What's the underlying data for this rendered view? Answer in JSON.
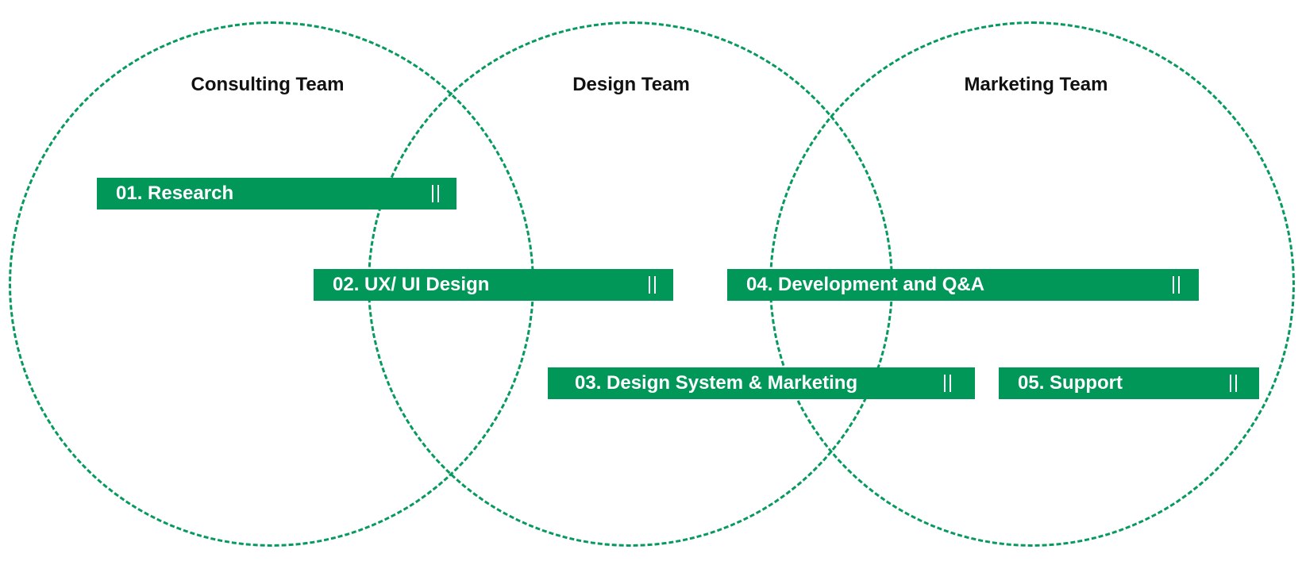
{
  "teams": {
    "consulting": "Consulting Team",
    "design": "Design Team",
    "marketing": "Marketing Team"
  },
  "phases": [
    {
      "label": "01. Research"
    },
    {
      "label": "02. UX/ UI Design"
    },
    {
      "label": "03. Design System & Marketing"
    },
    {
      "label": "04. Development and Q&A"
    },
    {
      "label": "05. Support"
    }
  ],
  "colors": {
    "circle_stroke": "#069a5f",
    "bar_fill": "#009759",
    "bar_text": "#ffffff",
    "label_text": "#111111"
  },
  "icons": {
    "bar_marker": "pause-icon"
  }
}
